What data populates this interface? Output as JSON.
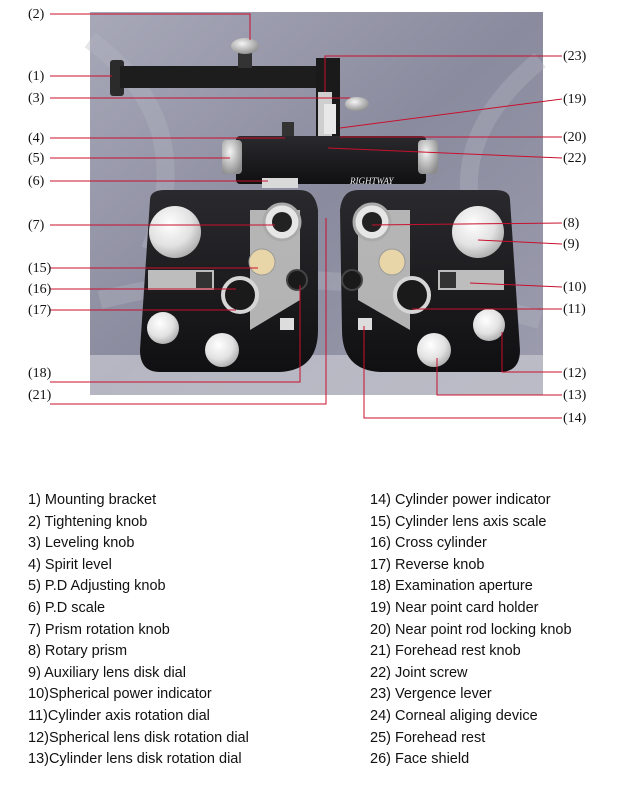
{
  "callouts": {
    "c1": "(1)",
    "c2": "(2)",
    "c3": "(3)",
    "c4": "(4)",
    "c5": "(5)",
    "c6": "(6)",
    "c7": "(7)",
    "c8": "(8)",
    "c9": "(9)",
    "c10": "(10)",
    "c11": "(11)",
    "c12": "(12)",
    "c13": "(13)",
    "c14": "(14)",
    "c15": "(15)",
    "c16": "(16)",
    "c17": "(17)",
    "c18": "(18)",
    "c19": "(19)",
    "c20": "(20)",
    "c21": "(21)",
    "c22": "(22)",
    "c23": "(23)"
  },
  "device_brand": "RIGHTWAY",
  "legend_left": [
    "1)  Mounting bracket",
    "2)  Tightening knob",
    "3)  Leveling knob",
    "4)  Spirit level",
    "5)  P.D Adjusting knob",
    "6)  P.D scale",
    "7)  Prism rotation knob",
    "8)  Rotary prism",
    "9)  Auxiliary lens disk dial",
    "10)Spherical power indicator",
    "11)Cylinder axis rotation dial",
    "12)Spherical lens disk rotation dial",
    "13)Cylinder lens disk rotation dial"
  ],
  "legend_right": [
    "14) Cylinder power indicator",
    "15) Cylinder lens axis scale",
    "16) Cross cylinder",
    "17) Reverse knob",
    "18) Examination aperture",
    "19) Near point card holder",
    "20) Near point rod locking knob",
    "21) Forehead rest knob",
    "22) Joint screw",
    "23) Vergence lever",
    "24) Corneal aliging device",
    "25) Forehead rest",
    "26) Face shield"
  ],
  "colors": {
    "leader_line": "#c8102e",
    "backdrop": "#8f90a2",
    "device_body": "#1c1c1e"
  }
}
